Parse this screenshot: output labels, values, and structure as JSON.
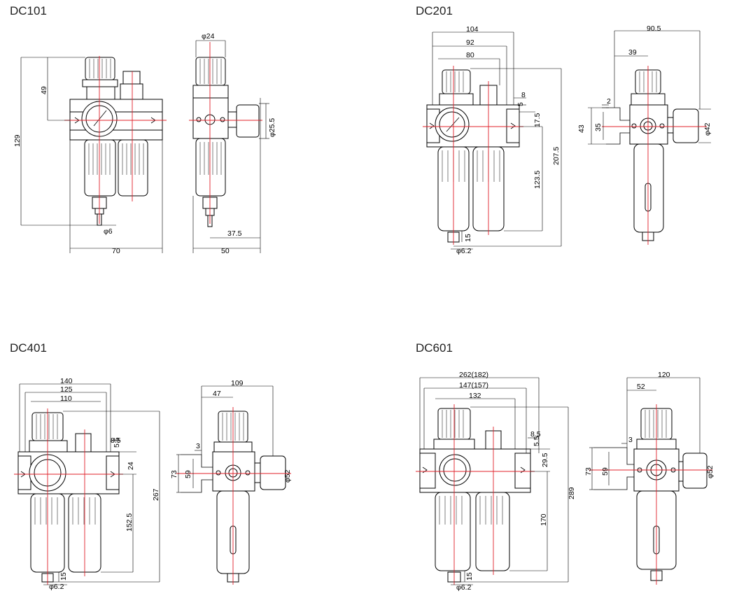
{
  "models": [
    {
      "id": "DC101",
      "front": {
        "width": "70",
        "height": "129",
        "h_top": "49",
        "port": "φ6"
      },
      "side": {
        "top_dia": "φ24",
        "gauge_dia": "φ25.5",
        "offset": "37.5",
        "width": "50"
      }
    },
    {
      "id": "DC201",
      "front": {
        "w1": "104",
        "w2": "92",
        "w3": "80",
        "right_a": "8",
        "right_b": "5",
        "right_c": "17.5",
        "h_mid": "123.5",
        "h_total": "207.5",
        "h_drain": "15",
        "port": "φ6.2"
      },
      "side": {
        "w1": "90.5",
        "w2": "39",
        "small": "2",
        "h1": "43",
        "h2": "35",
        "gauge_dia": "φ42"
      }
    },
    {
      "id": "DC401",
      "front": {
        "w1": "140",
        "w2": "125",
        "w3": "110",
        "right_a": "8.5",
        "right_b": "5.5",
        "right_c": "24",
        "h_mid": "152.5",
        "h_total": "267",
        "h_drain": "15",
        "port": "φ6.2"
      },
      "side": {
        "w1": "109",
        "w2": "47",
        "small": "3",
        "h1": "73",
        "h2": "59",
        "gauge_dia": "φ52"
      }
    },
    {
      "id": "DC601",
      "front": {
        "w1": "262(182)",
        "w2": "147(157)",
        "w3": "132",
        "right_a": "8.5",
        "right_b": "5.5",
        "right_c": "29.5",
        "h_mid": "170",
        "h_total": "289",
        "h_drain": "15",
        "port": "φ6.2"
      },
      "side": {
        "w1": "120",
        "w2": "52",
        "small": "3",
        "h1": "73",
        "h2": "59",
        "gauge_dia": "φ52"
      }
    }
  ]
}
